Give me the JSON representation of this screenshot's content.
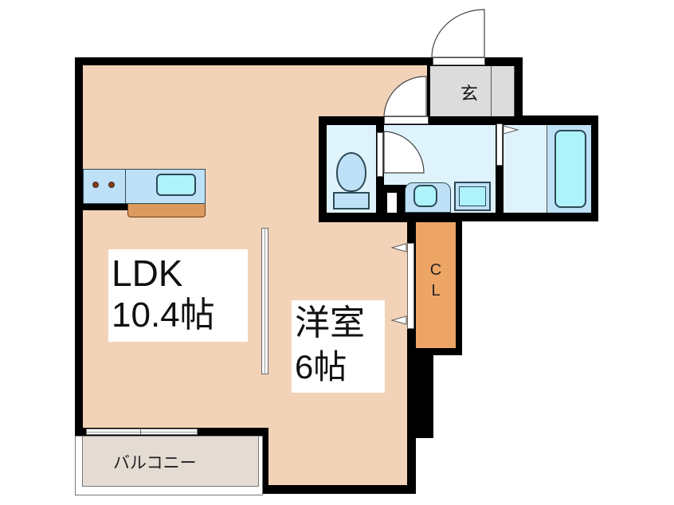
{
  "floor_plan": {
    "rooms": {
      "ldk": {
        "name": "LDK",
        "size": "10.4帖"
      },
      "western_room": {
        "name": "洋室",
        "size": "6帖"
      },
      "closet": {
        "line1": "C",
        "line2": "L"
      },
      "entrance": {
        "name": "玄"
      },
      "balcony": {
        "name": "バルコニー"
      }
    },
    "colors": {
      "wall": "#000000",
      "living_floor": "#f3d3b8",
      "wet_area": "#dff3fd",
      "fixture_blue": "#bfe1f7",
      "fixture_cyan": "#aef2fb",
      "closet": "#eda566",
      "entrance": "#dcdcdc",
      "balcony": "#e4dcd3",
      "counter": "#dd9a5f"
    }
  }
}
